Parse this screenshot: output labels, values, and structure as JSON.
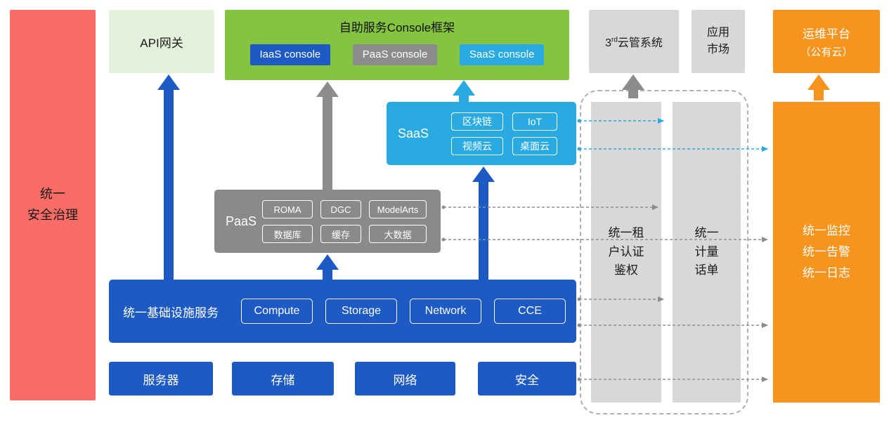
{
  "colors": {
    "blue": "#1D5AC4",
    "gray": "#8C8C8C",
    "cyan": "#29ABE2",
    "green": "#85C441",
    "light_green": "#E4F1DD",
    "light_gray": "#D8D8D8",
    "orange": "#F7941E",
    "coral_red": "#F96D66"
  },
  "security_bar": {
    "lines": [
      "统一",
      "安全治理"
    ]
  },
  "api_gateway": {
    "label": "API网关"
  },
  "console_framework": {
    "title": "自助服务Console框架",
    "iaas_label": "IaaS console",
    "paas_label": "PaaS console",
    "saas_label": "SaaS console"
  },
  "third_party_box": {
    "pre": "3",
    "sup": "rd",
    "post": "云管系统"
  },
  "app_market": {
    "lines": [
      "应用",
      "市场"
    ]
  },
  "ops_platform": {
    "lines": [
      "运维平台",
      "（公有云）"
    ]
  },
  "saas_group": {
    "label": "SaaS",
    "items": [
      "区块链",
      "IoT",
      "视频云",
      "桌面云"
    ]
  },
  "paas_group": {
    "label": "PaaS",
    "items": [
      "ROMA",
      "DGC",
      "ModelArts",
      "数据库",
      "缓存",
      "大数据"
    ]
  },
  "infra_group": {
    "label": "统一基础设施服务",
    "items": [
      "Compute",
      "Storage",
      "Network",
      "CCE"
    ]
  },
  "hardware_row": {
    "items": [
      "服务器",
      "存储",
      "网络",
      "安全"
    ]
  },
  "auth_bar": {
    "lines": [
      "统一租",
      "户认证",
      "鉴权"
    ]
  },
  "billing_bar": {
    "lines": [
      "统一",
      "计量",
      "话单"
    ]
  },
  "monitor_bar": {
    "lines": [
      "统一监控",
      "统一告警",
      "统一日志"
    ]
  }
}
